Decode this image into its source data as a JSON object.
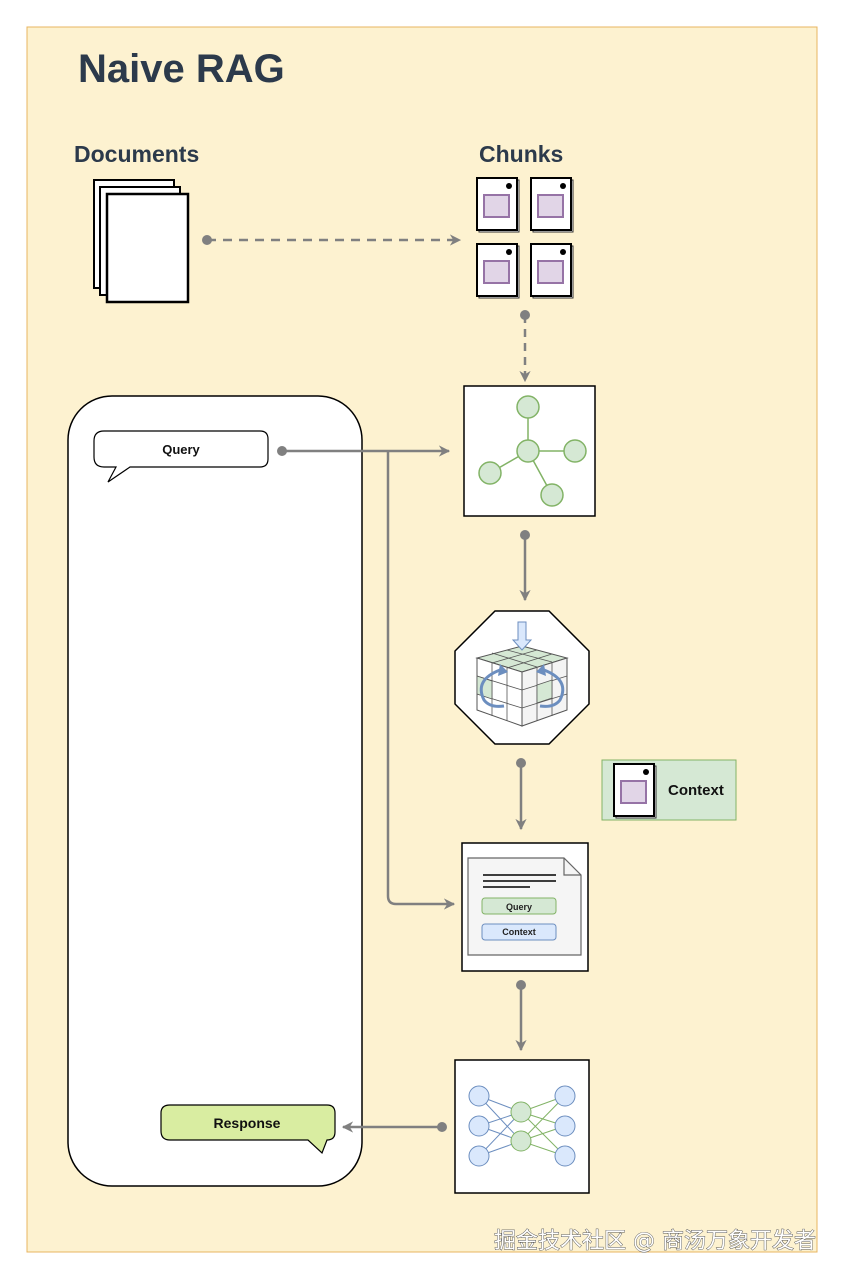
{
  "diagram": {
    "title": "Naive RAG",
    "documents_label": "Documents",
    "chunks_label": "Chunks",
    "query_label": "Query",
    "response_label": "Response",
    "context_label": "Context",
    "prompt_query_label": "Query",
    "prompt_context_label": "Context",
    "watermark": "掘金技术社区 @ 商汤万象开发者"
  },
  "colors": {
    "background": "#fdf2d0",
    "border": "#e8b560",
    "arrow": "#808080",
    "node_green_fill": "#d5e8d4",
    "node_green_stroke": "#82b366",
    "node_blue_fill": "#dae8fc",
    "node_blue_stroke": "#6c8ebf",
    "chunk_purple_fill": "#e1d5e7",
    "chunk_purple_stroke": "#9673a6",
    "response_fill": "#d9eda1",
    "title_color": "#2c3a4b"
  },
  "icons": [
    "documents-icon",
    "chunks-icon",
    "embedding-graph-icon",
    "vector-db-cube-icon",
    "context-chunk-icon",
    "prompt-document-icon",
    "neural-network-icon"
  ]
}
